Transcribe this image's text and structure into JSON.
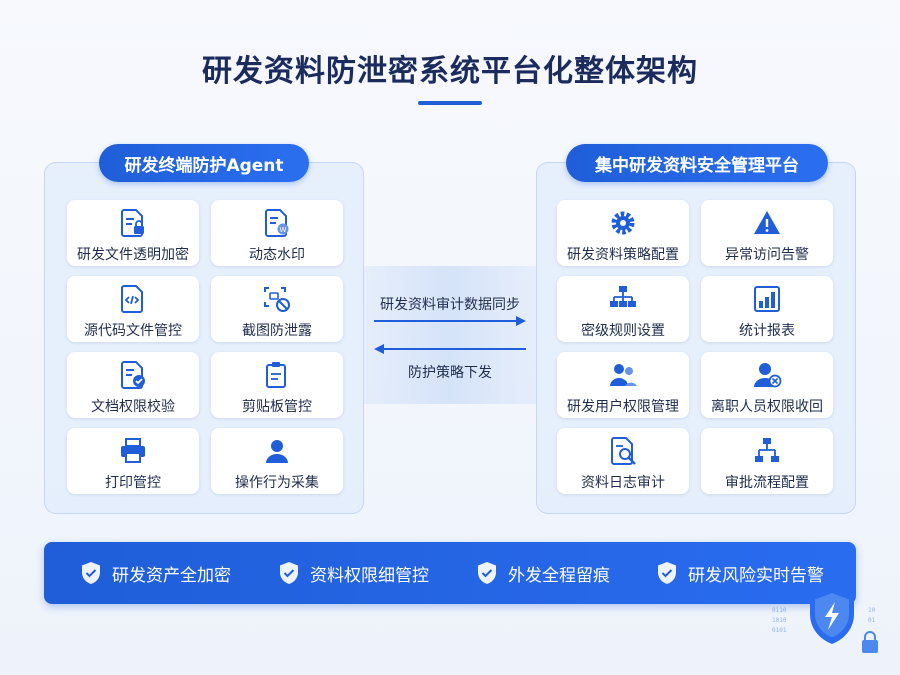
{
  "title": "研发资料防泄密系统平台化整体架构",
  "left_panel": {
    "title": "研发终端防护Agent",
    "items": [
      {
        "label": "研发文件透明加密",
        "icon": "file-lock-icon"
      },
      {
        "label": "动态水印",
        "icon": "file-watermark-icon"
      },
      {
        "label": "源代码文件管控",
        "icon": "code-file-icon"
      },
      {
        "label": "截图防泄露",
        "icon": "screenshot-block-icon"
      },
      {
        "label": "文档权限校验",
        "icon": "file-check-icon"
      },
      {
        "label": "剪贴板管控",
        "icon": "clipboard-icon"
      },
      {
        "label": "打印管控",
        "icon": "printer-icon"
      },
      {
        "label": "操作行为采集",
        "icon": "user-icon"
      }
    ]
  },
  "right_panel": {
    "title": "集中研发资料安全管理平台",
    "items": [
      {
        "label": "研发资料策略配置",
        "icon": "gear-icon"
      },
      {
        "label": "异常访问告警",
        "icon": "warning-icon"
      },
      {
        "label": "密级规则设置",
        "icon": "hierarchy-icon"
      },
      {
        "label": "统计报表",
        "icon": "bar-chart-icon"
      },
      {
        "label": "研发用户权限管理",
        "icon": "users-icon"
      },
      {
        "label": "离职人员权限收回",
        "icon": "user-remove-icon"
      },
      {
        "label": "资料日志审计",
        "icon": "file-search-icon"
      },
      {
        "label": "审批流程配置",
        "icon": "flow-icon"
      }
    ]
  },
  "flows": {
    "sync_label": "研发资料审计数据同步",
    "policy_label": "防护策略下发"
  },
  "features": [
    {
      "label": "研发资产全加密"
    },
    {
      "label": "资料权限细管控"
    },
    {
      "label": "外发全程留痕"
    },
    {
      "label": "研发风险实时告警"
    }
  ],
  "colors": {
    "primary": "#1f5ed8",
    "title": "#1b2b5e",
    "warning": "#1f5ed8"
  }
}
